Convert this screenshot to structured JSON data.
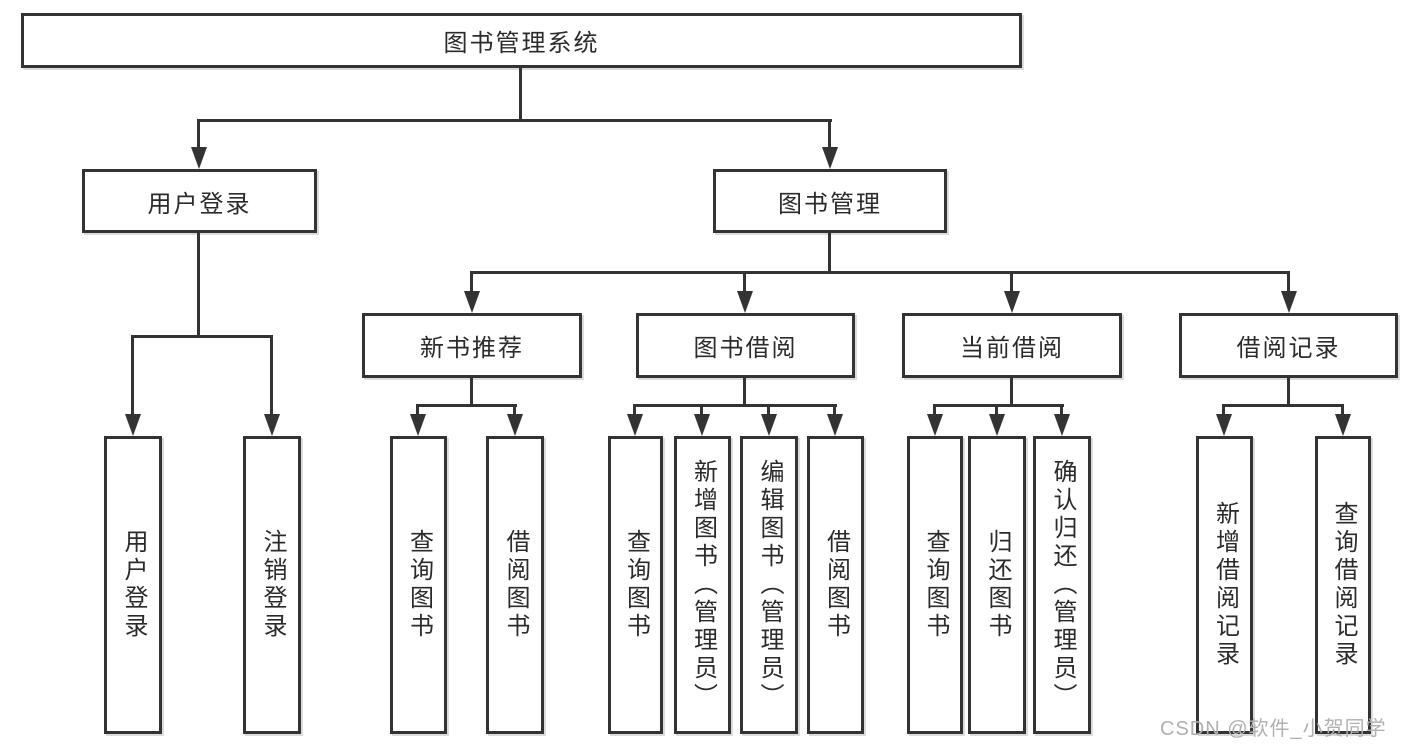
{
  "title": "图书管理系统",
  "nodes": {
    "root": "图书管理系统",
    "l1_user_login": "用户登录",
    "l1_book_mgmt": "图书管理",
    "l2_new_book": "新书推荐",
    "l2_book_borrow": "图书借阅",
    "l2_current_borrow": "当前借阅",
    "l2_borrow_record": "借阅记录",
    "leaf_user_login": "用户登录",
    "leaf_logout": "注销登录",
    "leaf_nb_query": "查询图书",
    "leaf_nb_borrow": "借阅图书",
    "leaf_bb_query": "查询图书",
    "leaf_bb_add": "新增图书（管理员）",
    "leaf_bb_edit": "编辑图书（管理员）",
    "leaf_bb_borrow": "借阅图书",
    "leaf_cb_query": "查询图书",
    "leaf_cb_return": "归还图书",
    "leaf_cb_confirm": "确认归还（管理员）",
    "leaf_br_add": "新增借阅记录",
    "leaf_br_query": "查询借阅记录"
  },
  "hierarchy": {
    "图书管理系统": {
      "用户登录": [
        "用户登录",
        "注销登录"
      ],
      "图书管理": {
        "新书推荐": [
          "查询图书",
          "借阅图书"
        ],
        "图书借阅": [
          "查询图书",
          "新增图书（管理员）",
          "编辑图书（管理员）",
          "借阅图书"
        ],
        "当前借阅": [
          "查询图书",
          "归还图书",
          "确认归还（管理员）"
        ],
        "借阅记录": [
          "新增借阅记录",
          "查询借阅记录"
        ]
      }
    }
  },
  "watermark": "CSDN @软件_小贺同学",
  "colors": {
    "line": "#333333",
    "box_bg": "#ffffff",
    "text": "#2b2b2b",
    "watermark": "#b0b0b0",
    "page_bg": "#ffffff"
  }
}
